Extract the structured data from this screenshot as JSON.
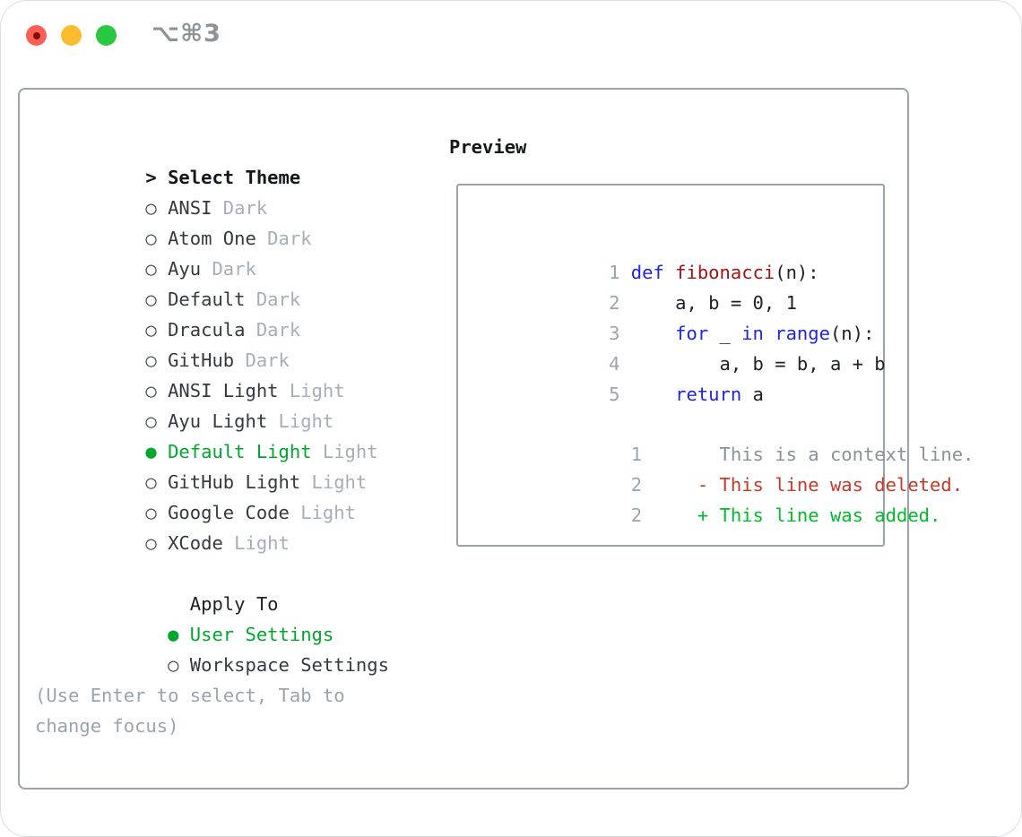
{
  "window": {
    "title_shortcut": "⌥⌘3"
  },
  "theme_selector": {
    "header_prefix": ">",
    "header_label": "Select Theme",
    "items": [
      {
        "marker": "○",
        "name": "ANSI",
        "tag": "Dark",
        "state": "unselected"
      },
      {
        "marker": "○",
        "name": "Atom One",
        "tag": "Dark",
        "state": "unselected"
      },
      {
        "marker": "○",
        "name": "Ayu",
        "tag": "Dark",
        "state": "unselected"
      },
      {
        "marker": "○",
        "name": "Default",
        "tag": "Dark",
        "state": "unselected"
      },
      {
        "marker": "○",
        "name": "Dracula",
        "tag": "Dark",
        "state": "unselected"
      },
      {
        "marker": "○",
        "name": "GitHub",
        "tag": "Dark",
        "state": "unselected"
      },
      {
        "marker": "○",
        "name": "ANSI Light",
        "tag": "Light",
        "state": "unselected"
      },
      {
        "marker": "○",
        "name": "Ayu Light",
        "tag": "Light",
        "state": "unselected"
      },
      {
        "marker": "●",
        "name": "Default Light",
        "tag": "Light",
        "state": "selected"
      },
      {
        "marker": "○",
        "name": "GitHub Light",
        "tag": "Light",
        "state": "unselected"
      },
      {
        "marker": "○",
        "name": "Google Code",
        "tag": "Light",
        "state": "unselected"
      },
      {
        "marker": "○",
        "name": "XCode",
        "tag": "Light",
        "state": "unselected"
      }
    ]
  },
  "apply_to": {
    "label": "Apply To",
    "options": [
      {
        "marker": "●",
        "name": "User Settings",
        "state": "selected"
      },
      {
        "marker": "○",
        "name": "Workspace Settings",
        "state": "unselected"
      }
    ]
  },
  "hint": "(Use Enter to select, Tab to change focus)",
  "preview": {
    "label": "Preview",
    "code_lines": [
      {
        "num": "1",
        "segments": [
          {
            "t": "def",
            "c": "kw"
          },
          {
            "t": " ",
            "c": "pl"
          },
          {
            "t": "fibonacci",
            "c": "fn"
          },
          {
            "t": "(n):",
            "c": "pl"
          }
        ]
      },
      {
        "num": "2",
        "segments": [
          {
            "t": "    a, b = 0, 1",
            "c": "pl"
          }
        ]
      },
      {
        "num": "3",
        "segments": [
          {
            "t": "    ",
            "c": "pl"
          },
          {
            "t": "for",
            "c": "kw"
          },
          {
            "t": " _ ",
            "c": "pl"
          },
          {
            "t": "in",
            "c": "kw"
          },
          {
            "t": " ",
            "c": "pl"
          },
          {
            "t": "range",
            "c": "kw"
          },
          {
            "t": "(n):",
            "c": "pl"
          }
        ]
      },
      {
        "num": "4",
        "segments": [
          {
            "t": "        a, b = b, a + b",
            "c": "pl"
          }
        ]
      },
      {
        "num": "5",
        "segments": [
          {
            "t": "    ",
            "c": "pl"
          },
          {
            "t": "return",
            "c": "kw"
          },
          {
            "t": " a",
            "c": "pl"
          }
        ]
      }
    ],
    "diff_lines": [
      {
        "num": "1",
        "text": "      This is a context line.",
        "kind": "context"
      },
      {
        "num": "2",
        "text": "    - This line was deleted.",
        "kind": "deleted"
      },
      {
        "num": "2",
        "text": "    + This line was added.",
        "kind": "added"
      }
    ]
  },
  "colors": {
    "accent_green": "#00a72e",
    "added_green": "#00bb2b",
    "deleted_red": "#c63928",
    "keyword_blue": "#2125dc",
    "function_red": "#a31515",
    "muted_tag_gray": "#a6aeb9",
    "line_number_gray": "#9aa5b2",
    "panel_border_gray": "#9aa2ac",
    "traffic_red": "#ff5f57",
    "traffic_yellow": "#fdbc2e",
    "traffic_green": "#28c840"
  }
}
